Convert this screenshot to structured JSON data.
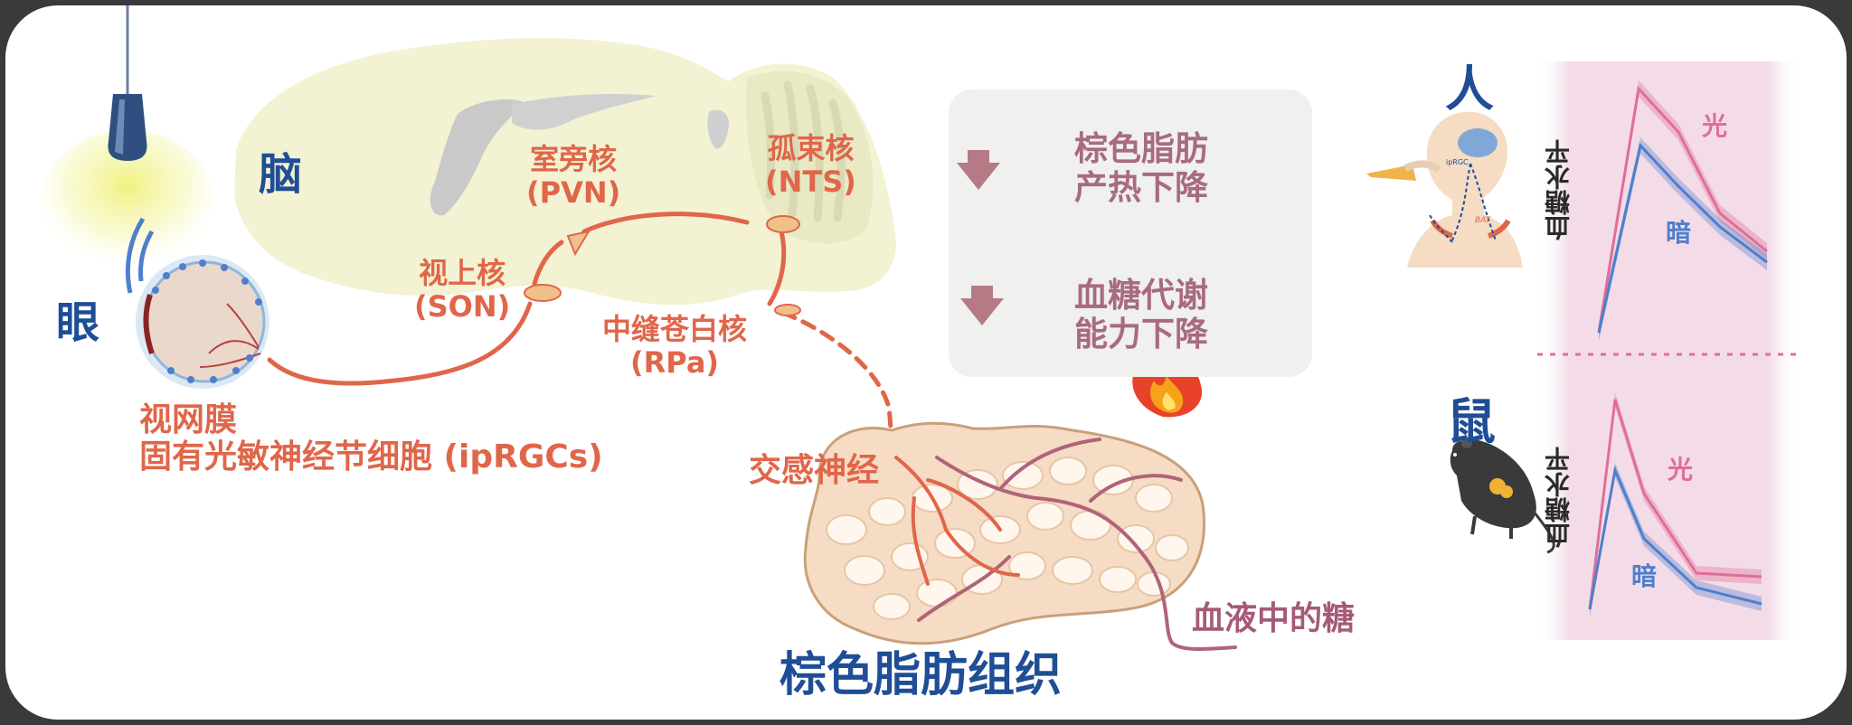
{
  "labels": {
    "eye": "眼",
    "brain": "脑",
    "retina_line1": "视网膜",
    "retina_line2": "固有光敏神经节细胞 (ipRGCs)",
    "son_line1": "视上核",
    "son_line2": "(SON)",
    "pvn_line1": "室旁核",
    "pvn_line2": "(PVN)",
    "nts_line1": "孤束核",
    "nts_line2": "(NTS)",
    "rpa_line1": "中缝苍白核",
    "rpa_line2": "(RPa)",
    "sympathetic": "交感神经",
    "bat_title": "棕色脂肪组织",
    "blood_sugar": "血液中的糖"
  },
  "effects_box": {
    "items": [
      {
        "line1": "棕色脂肪",
        "line2": "产热下降"
      },
      {
        "line1": "血糖代谢",
        "line2": "能力下降"
      }
    ]
  },
  "human_panel": {
    "title": "人",
    "y_axis": "血糖水平",
    "light_label": "光",
    "dark_label": "暗",
    "figure_text_iprgc": "ipRGC",
    "figure_text_bat": "BAT"
  },
  "mouse_panel": {
    "title": "鼠",
    "y_axis": "血糖水平",
    "light_label": "光",
    "dark_label": "暗"
  },
  "colors": {
    "pathway": "#e0664a",
    "title_navy": "#1f4e96",
    "light_curve": "#e06e98",
    "dark_curve": "#4f7fcc",
    "panel_bg": "#f3dce8",
    "brain_fill": "#f3f2d3"
  }
}
